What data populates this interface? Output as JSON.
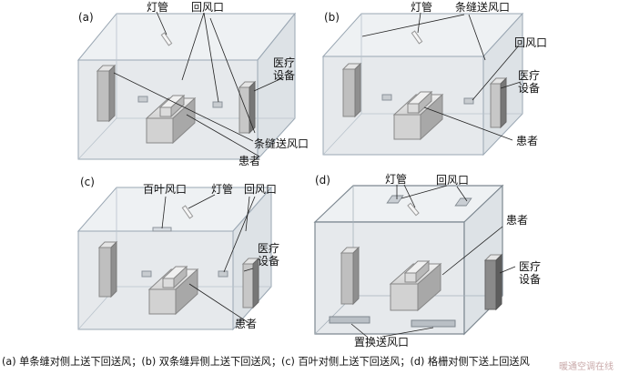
{
  "panels": {
    "a": {
      "tag": "(a)",
      "lamp": "灯管",
      "return_vent": "回风口",
      "equipment": "医疗设备",
      "slot_supply": "条缝送风口",
      "patient": "患者"
    },
    "b": {
      "tag": "(b)",
      "lamp": "灯管",
      "slot_supply": "条缝送风口",
      "return_vent": "回风口",
      "equipment": "医疗设备",
      "patient": "患者"
    },
    "c": {
      "tag": "(c)",
      "louver_vent": "百叶风口",
      "lamp": "灯管",
      "return_vent": "回风口",
      "equipment": "医疗设备",
      "patient": "患者"
    },
    "d": {
      "tag": "(d)",
      "lamp": "灯管",
      "return_vent": "回风口",
      "patient": "患者",
      "equipment": "医疗设备",
      "displacement_supply": "置换送风口"
    }
  },
  "caption": "(a) 单条缝对侧上送下回送风；(b) 双条缝异侧上送下回送风；(c) 百叶对侧上送下回送风；(d) 格栅对侧下送上回送风",
  "watermark": "暖通空调在线",
  "colors": {
    "box_fill": "#e9ecee",
    "box_edge": "#9aa7b3",
    "block_light": "#d9d9d9",
    "block_dark": "#7d7d7d",
    "leader": "#222222"
  }
}
